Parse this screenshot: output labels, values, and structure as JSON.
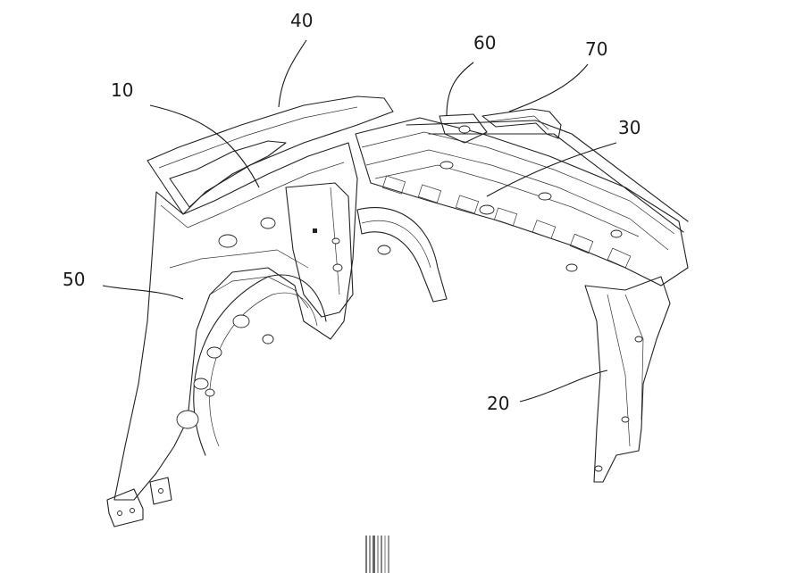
{
  "figure": {
    "reference_numerals": [
      "10",
      "20",
      "30",
      "40",
      "50",
      "60",
      "70"
    ]
  }
}
